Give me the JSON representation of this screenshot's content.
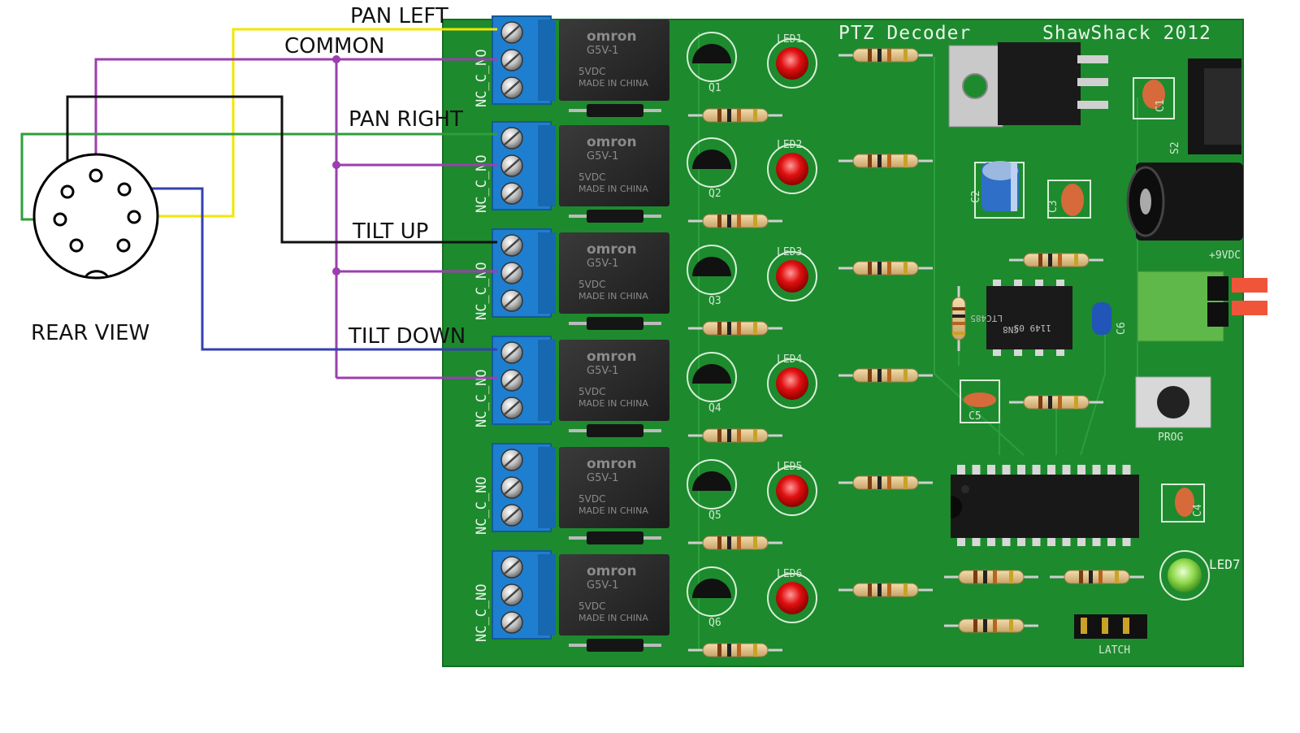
{
  "connector": {
    "caption": "REAR VIEW"
  },
  "wires": {
    "pan_left": "PAN LEFT",
    "common": "COMMON",
    "pan_right": "PAN RIGHT",
    "tilt_up": "TILT UP",
    "tilt_down": "TILT DOWN"
  },
  "board": {
    "title": "PTZ Decoder",
    "maker": "ShawShack 2012",
    "terminal_label": "NC_C_NO",
    "relay_brand": "omron",
    "relay_model": "G5V-1",
    "relay_voltage": "5VDC",
    "relay_origin": "MADE IN CHINA",
    "transistors": [
      "Q1",
      "Q2",
      "Q3",
      "Q4",
      "Q5",
      "Q6"
    ],
    "leds": [
      "LED1",
      "LED2",
      "LED3",
      "LED4",
      "LED5",
      "LED6"
    ],
    "status_led": "LED7",
    "capacitors": [
      "C1",
      "C2",
      "C3",
      "C5",
      "C6",
      "C4"
    ],
    "switch": "S2",
    "power_label": "+9VDC",
    "ic_lines": [
      "LTC485",
      "CN8",
      "1149 03"
    ],
    "button_label": "PROG",
    "jumper_label": "LATCH"
  },
  "colors": {
    "pcb": "#1d8a2e",
    "pan_left_wire": "#f2e600",
    "common_wire": "#9b3fae",
    "pan_right_wire": "#2e9e3a",
    "tilt_up_wire": "#111111",
    "tilt_down_wire": "#3540b0",
    "jumper_wire": "#e02020",
    "terminal_block": "#1e7fd0",
    "relay_body": "#2b2b2b"
  }
}
